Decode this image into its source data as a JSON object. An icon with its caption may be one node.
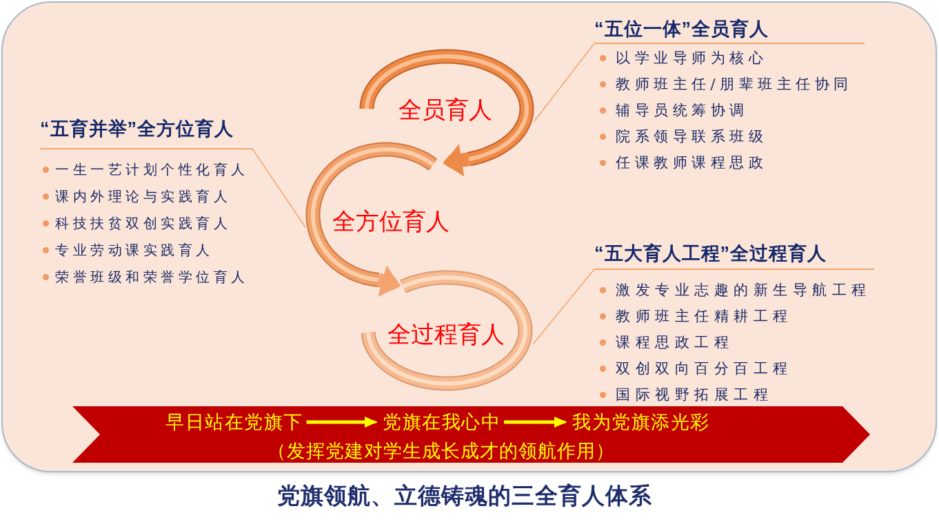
{
  "diagram": {
    "title": "党旗领航、立德铸魂的三全育人体系",
    "nodes": [
      {
        "text": [
          "“五位一体”全员育人",
          "以学业导师为核心",
          "教师班主任/朋辈班主任协同",
          "辅导员统筹协调",
          "院系领导联系班级",
          "任课教师课程思政"
        ]
      },
      {
        "text": [
          "全员育人"
        ]
      },
      {
        "text": [
          "“五育并举”全方位育人",
          "一生一艺计划个性化育人",
          "课内外理论与实践育人",
          "科技扶贫双创实践育人",
          "专业劳动课实践育人",
          "荣誉班级和荣誉学位育人"
        ]
      },
      {
        "text": [
          "全方位育人"
        ]
      },
      {
        "text": [
          "“五大育人工程”全过程育人",
          "激发专业志趣的新生导航工程",
          "教师班主任精耕工程",
          "课程思政工程",
          "双创双向百分百工程",
          "国际视野拓展工程"
        ]
      },
      {
        "text": [
          "全过程育人"
        ]
      },
      {
        "text": [
          "（发挥党建对学生成长成才的领航作用）"
        ]
      },
      {
        "text": [
          "早日站在党旗下"
        ],
        "in": 6
      },
      {
        "text": [
          "党旗在我心中"
        ],
        "in": 6
      },
      {
        "text": [
          "我为党旗添光彩"
        ],
        "in": 6
      }
    ],
    "edges": [
      {
        "from": 0,
        "to": 1,
        "arrow": "none",
        "color": "#f4a46c"
      },
      {
        "from": 1,
        "to": 3,
        "arrow": "to",
        "style": "thick",
        "color": "#ee8a48"
      },
      {
        "from": 2,
        "to": 3,
        "arrow": "none",
        "color": "#f4a46c"
      },
      {
        "from": 3,
        "to": 5,
        "arrow": "to",
        "style": "thick",
        "color": "#f3a36e"
      },
      {
        "from": 4,
        "to": 5,
        "arrow": "none",
        "color": "#f4a46c"
      },
      {
        "from": 7,
        "to": 8,
        "arrow": "to",
        "color": "#ffff00"
      },
      {
        "from": 8,
        "to": 9,
        "arrow": "to",
        "color": "#ffff00"
      }
    ]
  }
}
